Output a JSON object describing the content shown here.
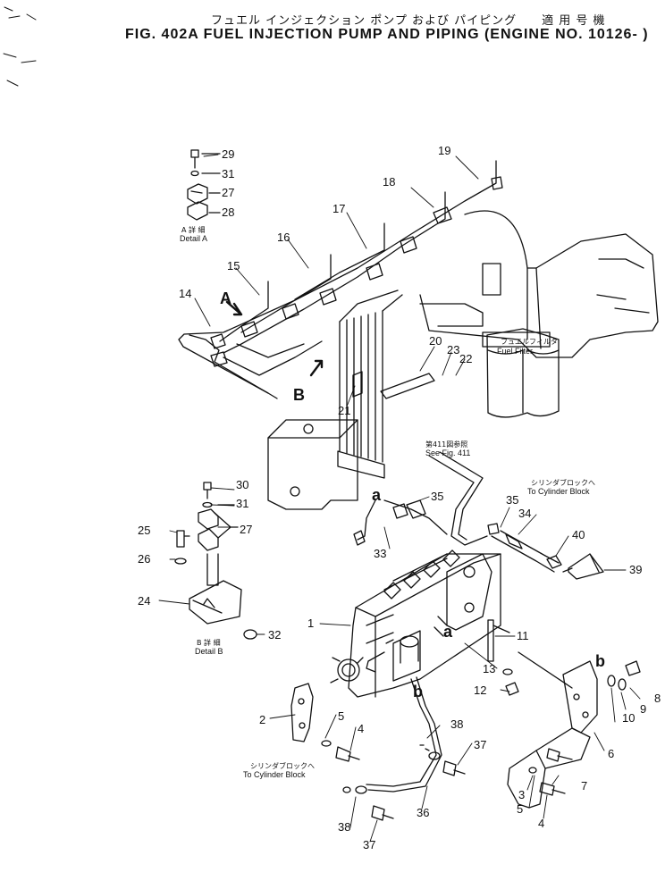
{
  "header": {
    "japanese": "フュエル インジェクション ポンプ および パイピング　　適 用 号 機",
    "english": "FIG. 402A  FUEL INJECTION PUMP AND PIPING (ENGINE NO. 10126- )"
  },
  "callouts": [
    {
      "id": "c29",
      "text": "29"
    },
    {
      "id": "c31a",
      "text": "31"
    },
    {
      "id": "c27a",
      "text": "27"
    },
    {
      "id": "c28",
      "text": "28"
    },
    {
      "id": "c19",
      "text": "19"
    },
    {
      "id": "c18",
      "text": "18"
    },
    {
      "id": "c17",
      "text": "17"
    },
    {
      "id": "c16",
      "text": "16"
    },
    {
      "id": "c15",
      "text": "15"
    },
    {
      "id": "c14",
      "text": "14"
    },
    {
      "id": "c20",
      "text": "20"
    },
    {
      "id": "c23",
      "text": "23"
    },
    {
      "id": "c22",
      "text": "22"
    },
    {
      "id": "c21",
      "text": "21"
    },
    {
      "id": "c30",
      "text": "30"
    },
    {
      "id": "c31b",
      "text": "31"
    },
    {
      "id": "c35a",
      "text": "35"
    },
    {
      "id": "c35b",
      "text": "35"
    },
    {
      "id": "c34",
      "text": "34"
    },
    {
      "id": "c25",
      "text": "25"
    },
    {
      "id": "c27b",
      "text": "27"
    },
    {
      "id": "c26",
      "text": "26"
    },
    {
      "id": "c33",
      "text": "33"
    },
    {
      "id": "c40",
      "text": "40"
    },
    {
      "id": "c39",
      "text": "39"
    },
    {
      "id": "c24",
      "text": "24"
    },
    {
      "id": "c1",
      "text": "1"
    },
    {
      "id": "c32",
      "text": "32"
    },
    {
      "id": "c11",
      "text": "11"
    },
    {
      "id": "c13",
      "text": "13"
    },
    {
      "id": "c12",
      "text": "12"
    },
    {
      "id": "c8",
      "text": "8"
    },
    {
      "id": "c9",
      "text": "9"
    },
    {
      "id": "c10",
      "text": "10"
    },
    {
      "id": "c2",
      "text": "2"
    },
    {
      "id": "c5a",
      "text": "5"
    },
    {
      "id": "c4a",
      "text": "4"
    },
    {
      "id": "c38a",
      "text": "38"
    },
    {
      "id": "c37a",
      "text": "37"
    },
    {
      "id": "c6",
      "text": "6"
    },
    {
      "id": "c7",
      "text": "7"
    },
    {
      "id": "c3",
      "text": "3"
    },
    {
      "id": "c5b",
      "text": "5"
    },
    {
      "id": "c4b",
      "text": "4"
    },
    {
      "id": "c36",
      "text": "36"
    },
    {
      "id": "c38b",
      "text": "38"
    },
    {
      "id": "c37b",
      "text": "37"
    }
  ],
  "letters": {
    "A": "A",
    "B": "B",
    "a1": "a",
    "a2": "a",
    "b1": "b",
    "b2": "b"
  },
  "notes": {
    "detailA_jp": "A 詳 細",
    "detailA_en": "Detail A",
    "detailB_jp": "B 詳 細",
    "detailB_en": "Detail B",
    "see_jp": "第411図参照",
    "see_en": "See Fig. 411",
    "cyl1_jp": "シリンダブロックへ",
    "cyl1_en": "To Cylinder Block",
    "cyl2_jp": "シリンダブロックへ",
    "cyl2_en": "To Cylinder Block",
    "filter_jp": "フュエルフィルタ",
    "filter_en": "Fuel Filter"
  }
}
